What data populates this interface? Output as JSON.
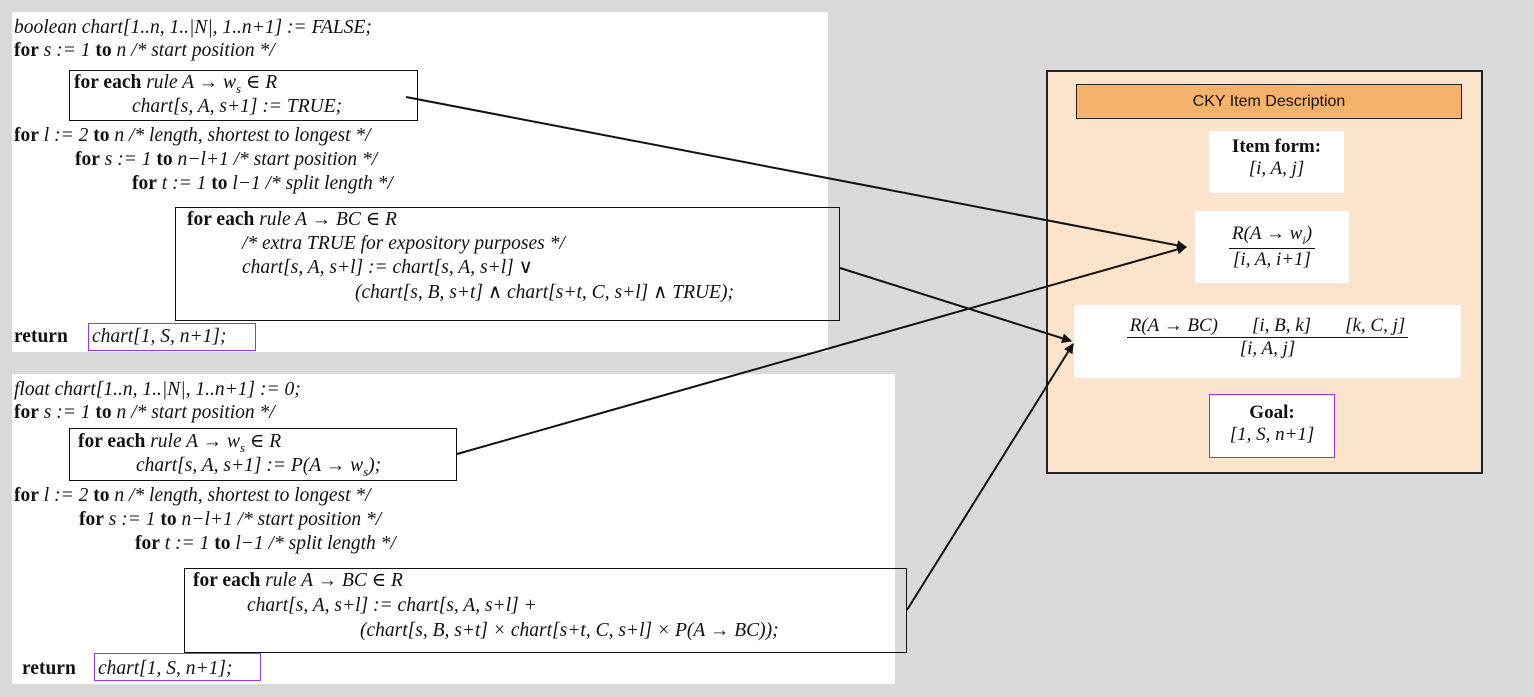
{
  "boolean_code": {
    "line1": "boolean chart[1..n, 1..|N|, 1..n+1] := FALSE;",
    "line2_kw": "for",
    "line2_rest": " s := 1 ",
    "line2_to": "to",
    "line2_tail": " n /* start position */",
    "line3_kw": "for each",
    "line3_rest": " rule A → w",
    "line3_sub": "s",
    "line3_tail": " ∈ R",
    "line4": "chart[s, A, s+1] := TRUE;",
    "line5_kw": "for",
    "line5_rest": " l := 2 ",
    "line5_to": "to",
    "line5_tail": " n /* length, shortest to longest */",
    "line6_kw": "for",
    "line6_rest": " s := 1 ",
    "line6_to": "to",
    "line6_tail": " n−l+1 /* start position */",
    "line7_kw": "for",
    "line7_rest": " t := 1 ",
    "line7_to": "to",
    "line7_tail": " l−1 /* split length */",
    "line8_kw": "for each",
    "line8_rest": " rule A → BC  ∈ R",
    "line9": "/* extra TRUE for expository purposes */",
    "line10": "chart[s, A, s+l] := chart[s, A, s+l] ∨",
    "line11": "(chart[s, B, s+t] ∧ chart[s+t, C, s+l] ∧ TRUE);",
    "return_kw": "return",
    "return_expr": "chart[1, S, n+1];"
  },
  "prob_code": {
    "line1": "float chart[1..n, 1..|N|, 1..n+1] := 0;",
    "line2_kw": "for",
    "line2_rest": " s := 1 ",
    "line2_to": "to",
    "line2_tail": " n /* start position */",
    "line3_kw": "for each",
    "line3_rest": " rule A → w",
    "line3_sub": "s",
    "line3_tail": " ∈ R",
    "line4": "chart[s, A, s+1] := P(A → w",
    "line4_sub": "s",
    "line4_tail": ");",
    "line5_kw": "for",
    "line5_rest": " l := 2 ",
    "line5_to": "to",
    "line5_tail": " n /* length, shortest to longest */",
    "line6_kw": "for",
    "line6_rest": " s := 1 ",
    "line6_to": "to",
    "line6_tail": " n−l+1 /* start position */",
    "line7_kw": "for",
    "line7_rest": " t := 1 ",
    "line7_to": "to",
    "line7_tail": " l−1 /* split length */",
    "line8_kw": "for each",
    "line8_rest": " rule A → BC  ∈ R",
    "line9": "chart[s, A, s+l] := chart[s, A, s+l] +",
    "line10": "(chart[s, B, s+t] × chart[s+t, C, s+l] × P(A → BC));",
    "return_kw": "return",
    "return_expr": "chart[1, S, n+1];"
  },
  "item_panel": {
    "header": "CKY Item Description",
    "item_form_label": "Item form:",
    "item_form_value": "[i, A, j]",
    "axiom_numerator": "R(A → w",
    "axiom_numerator_sub": "i",
    "axiom_numerator_tail": ")",
    "axiom_denominator": "[i, A, i+1]",
    "binary_premise_1": "R(A → BC)",
    "binary_premise_2": "[i, B, k]",
    "binary_premise_3": "[k, C, j]",
    "binary_conclusion": "[i, A, j]",
    "goal_label": "Goal:",
    "goal_value": "[1, S, n+1]"
  },
  "colors": {
    "background": "#d9d9d9",
    "panel_fill": "#fce4cc",
    "header_fill": "#f6b26b",
    "highlight_border": "#9b30ff",
    "arrow": "#111111"
  }
}
